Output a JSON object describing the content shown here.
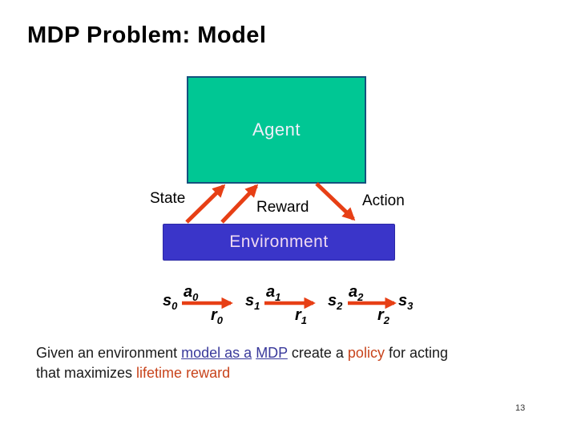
{
  "slide": {
    "title": "MDP Problem: Model",
    "page_number": "13"
  },
  "diagram": {
    "agent_label": "Agent",
    "environment_label": "Environment",
    "state_label": "State",
    "reward_label": "Reward",
    "action_label": "Action",
    "colors": {
      "agent_fill": "#00C794",
      "agent_border": "#14527E",
      "agent_text": "#F1EFFA",
      "environment_fill": "#3A35C9",
      "environment_text": "#EFD9F1",
      "arrow": "#E73F15",
      "link_text": "#39399B",
      "accent_text": "#C8441C"
    }
  },
  "sequence": {
    "states": [
      {
        "base": "s",
        "sub": "0"
      },
      {
        "base": "s",
        "sub": "1"
      },
      {
        "base": "s",
        "sub": "2"
      },
      {
        "base": "s",
        "sub": "3"
      }
    ],
    "actions": [
      {
        "base": "a",
        "sub": "0"
      },
      {
        "base": "a",
        "sub": "1"
      },
      {
        "base": "a",
        "sub": "2"
      }
    ],
    "rewards": [
      {
        "base": "r",
        "sub": "0"
      },
      {
        "base": "r",
        "sub": "1"
      },
      {
        "base": "r",
        "sub": "2"
      }
    ]
  },
  "caption": {
    "line1": [
      {
        "text": "Given an environment ",
        "style": "normal"
      },
      {
        "text": "model as a",
        "style": "link"
      },
      {
        "text": " ",
        "style": "normal"
      },
      {
        "text": "MDP",
        "style": "link"
      },
      {
        "text": " create a ",
        "style": "normal"
      },
      {
        "text": "policy",
        "style": "accent"
      },
      {
        "text": " for acting",
        "style": "normal"
      }
    ],
    "line2": [
      {
        "text": "that maximizes ",
        "style": "normal"
      },
      {
        "text": "lifetime reward",
        "style": "accent"
      }
    ]
  }
}
